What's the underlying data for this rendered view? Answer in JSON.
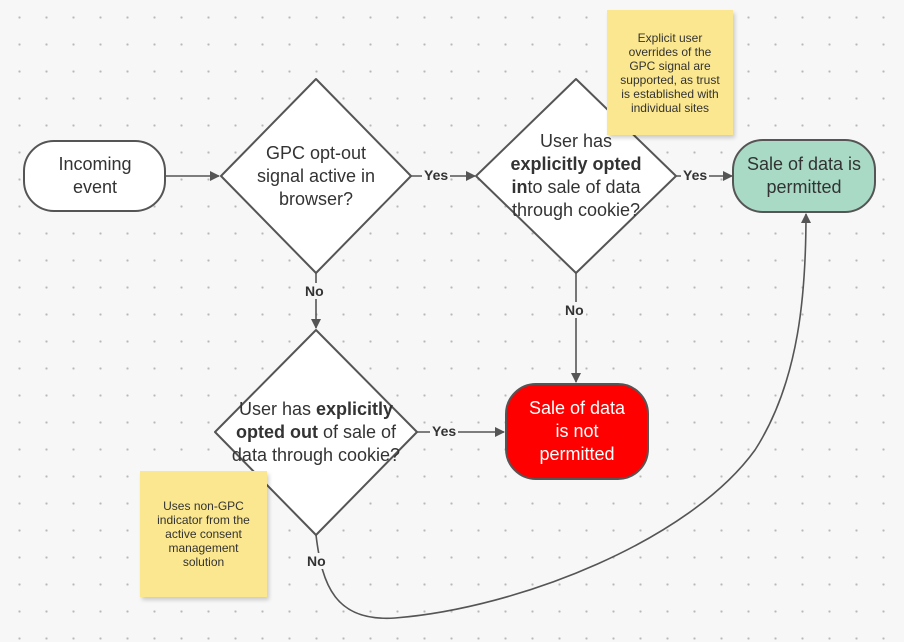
{
  "nodes": {
    "incoming": {
      "text": "Incoming event"
    },
    "gpc_active": {
      "text": "GPC opt-out signal active in browser?"
    },
    "opted_in": {
      "pre": "User has ",
      "bold": "explicitly opted in",
      "post": "to sale of data through cookie?"
    },
    "opted_out": {
      "pre": "User has ",
      "bold": "explicitly opted out",
      "post": " of sale of data through cookie?"
    },
    "permitted": {
      "text": "Sale of data is permitted"
    },
    "not_permitted": {
      "text": "Sale of data is not permitted"
    }
  },
  "edge_labels": {
    "yes_1": "Yes",
    "yes_2": "Yes",
    "yes_3": "Yes",
    "no_1": "No",
    "no_2": "No",
    "no_3": "No"
  },
  "notes": {
    "top": "Explicit user overrides of the GPC signal are supported, as trust is established with individual sites",
    "bottom": "Uses non-GPC indicator from the active consent management solution"
  },
  "colors": {
    "stroke": "#555555",
    "permitted_fill": "#a8dac6",
    "not_permitted_fill": "#ff0000",
    "note_fill": "#fbe78f"
  }
}
